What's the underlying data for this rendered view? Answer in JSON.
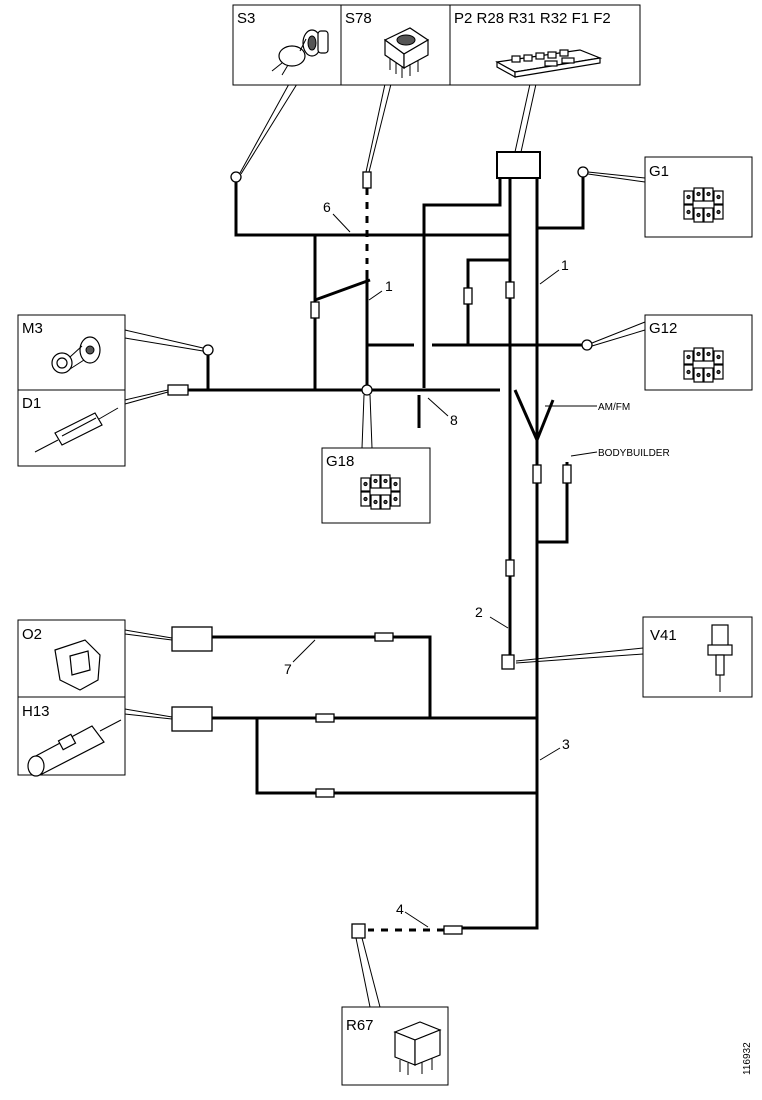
{
  "components": {
    "s3": "S3",
    "s78": "S78",
    "p2_group": "P2 R28 R31 R32 F1 F2",
    "g1": "G1",
    "g12": "G12",
    "m3": "M3",
    "d1": "D1",
    "g18": "G18",
    "o2": "O2",
    "h13": "H13",
    "v41": "V41",
    "r67": "R67"
  },
  "wires": {
    "w6": "6",
    "w1_left": "1",
    "w1_right": "1",
    "w8": "8",
    "w2": "2",
    "w7": "7",
    "w3": "3",
    "w4": "4"
  },
  "branches": {
    "amfm": "AM/FM",
    "bodybuilder": "BODYBUILDER"
  },
  "figure_id": "116932",
  "colors": {
    "line": "#000000",
    "background": "#ffffff"
  }
}
